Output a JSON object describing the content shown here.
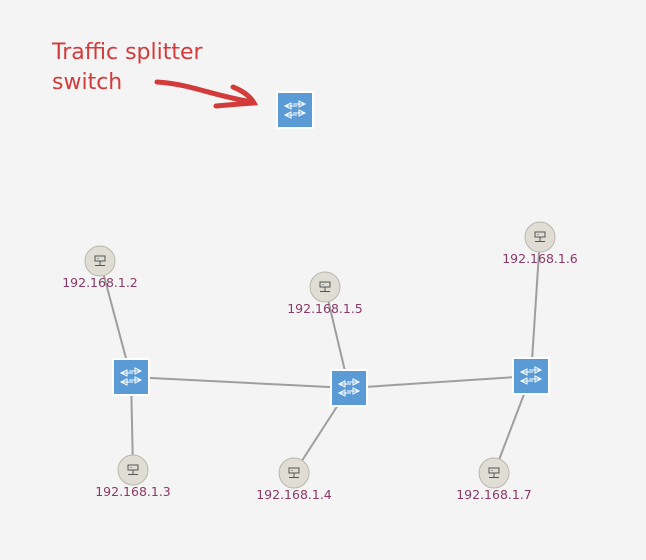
{
  "annotation": {
    "line1": "Traffic splitter",
    "line2": "switch",
    "color": "#d33b3b"
  },
  "colors": {
    "switch_fill": "#5b9bd5",
    "host_fill": "#e0ded4",
    "link": "#9e9e9e",
    "label": "#8a3a67"
  },
  "icons": {
    "switch": "switch-icon",
    "host": "workstation-icon",
    "arrow": "hand-drawn-arrow"
  },
  "switches": [
    {
      "id": "splitter",
      "name": "traffic-splitter-switch"
    },
    {
      "id": "sw-left",
      "name": "switch-left"
    },
    {
      "id": "sw-center",
      "name": "switch-center"
    },
    {
      "id": "sw-right",
      "name": "switch-right"
    }
  ],
  "hosts": [
    {
      "id": "h2",
      "ip": "192.168.1.2"
    },
    {
      "id": "h3",
      "ip": "192.168.1.3"
    },
    {
      "id": "h5",
      "ip": "192.168.1.5"
    },
    {
      "id": "h4",
      "ip": "192.168.1.4"
    },
    {
      "id": "h6",
      "ip": "192.168.1.6"
    },
    {
      "id": "h7",
      "ip": "192.168.1.7"
    }
  ],
  "links": [
    [
      "sw-left",
      "sw-center"
    ],
    [
      "sw-center",
      "sw-right"
    ],
    [
      "sw-left",
      "h2"
    ],
    [
      "sw-left",
      "h3"
    ],
    [
      "sw-center",
      "h5"
    ],
    [
      "sw-center",
      "h4"
    ],
    [
      "sw-right",
      "h6"
    ],
    [
      "sw-right",
      "h7"
    ]
  ]
}
